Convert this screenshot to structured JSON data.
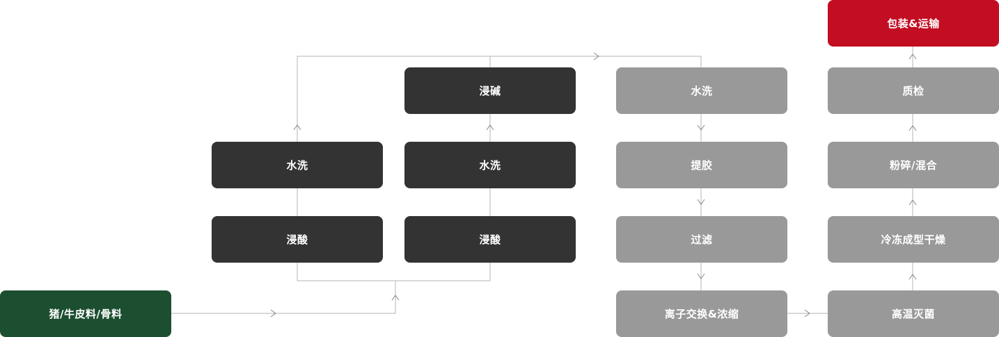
{
  "diagram": {
    "colors": {
      "line": "#b5b5b5",
      "dark_step": "#333333",
      "light_step": "#999999",
      "start_step": "#1c4e30",
      "end_step": "#c30d23"
    },
    "start": {
      "label": "猪/牛皮料/骨料"
    },
    "branch_a": {
      "acid_soak": "浸酸",
      "water_wash": "水洗"
    },
    "branch_b": {
      "acid_soak": "浸酸",
      "water_wash": "水洗",
      "alkali_soak": "浸碱"
    },
    "extraction_column": {
      "water_wash": "水洗",
      "gelatin_extraction": "提胶",
      "filtration": "过滤",
      "ion_exchange": "离子交换&浓缩"
    },
    "finishing_column": {
      "sterilization": "高温灭菌",
      "freeze_drying": "冷冻成型干燥",
      "grinding_mixing": "粉碎/混合",
      "quality_check": "质检",
      "packaging": "包装&运输"
    }
  }
}
